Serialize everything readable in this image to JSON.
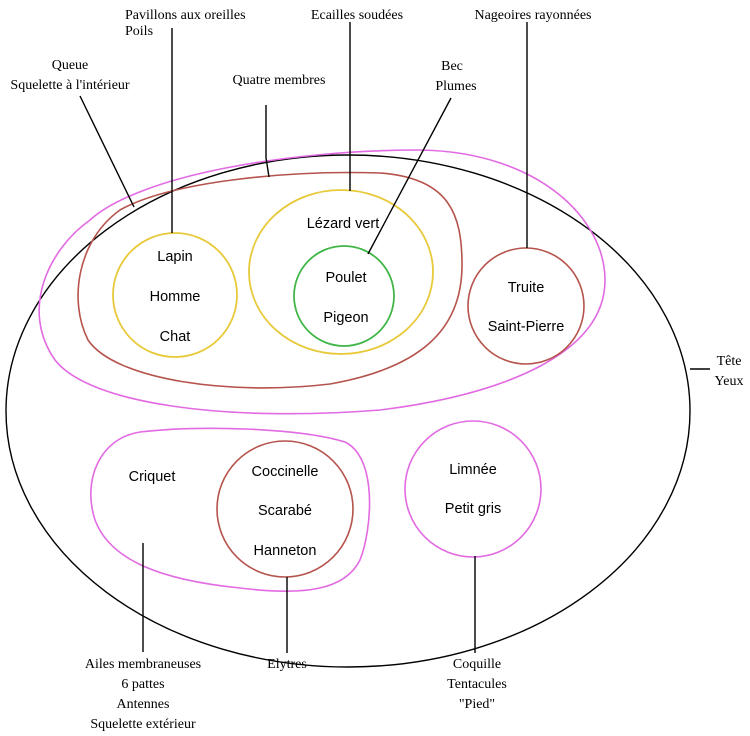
{
  "colors": {
    "outline_outer": "#000000",
    "vertebrates": "#e26ae2",
    "tetrapods": "#b5534c",
    "mammals": "#e8c93a",
    "birds": "#42b649",
    "fish": "#b5534c",
    "insects_outer": "#e26ae2",
    "beetles": "#b5534c",
    "molluscs": "#e26ae2",
    "connector": "#000000"
  },
  "groups": {
    "mammals": [
      "Lapin",
      "Homme",
      "Chat"
    ],
    "reptiles_birds": [
      "Lézard vert"
    ],
    "birds": [
      "Poulet",
      "Pigeon"
    ],
    "fish": [
      "Truite",
      "Saint-Pierre"
    ],
    "insects": [
      "Criquet"
    ],
    "beetles": [
      "Coccinelle",
      "Scarabé",
      "Hanneton"
    ],
    "molluscs": [
      "Limnée",
      "Petit gris"
    ]
  },
  "characters": {
    "pavillons": [
      "Pavillons aux oreilles",
      "Poils"
    ],
    "ecailles": [
      "Ecailles soudées"
    ],
    "nageoires": [
      "Nageoires rayonnées"
    ],
    "queue": [
      "Queue",
      "Squelette à l'intérieur"
    ],
    "membres": [
      "Quatre membres"
    ],
    "bec": [
      "Bec",
      "Plumes"
    ],
    "tete": [
      "Tête",
      "Yeux"
    ],
    "ailes": [
      "Ailes membraneuses",
      "6 pattes",
      "Antennes",
      "Squelette extérieur"
    ],
    "elytres": [
      "Elytres"
    ],
    "coquille": [
      "Coquille",
      "Tentacules",
      "\"Pied\""
    ]
  }
}
